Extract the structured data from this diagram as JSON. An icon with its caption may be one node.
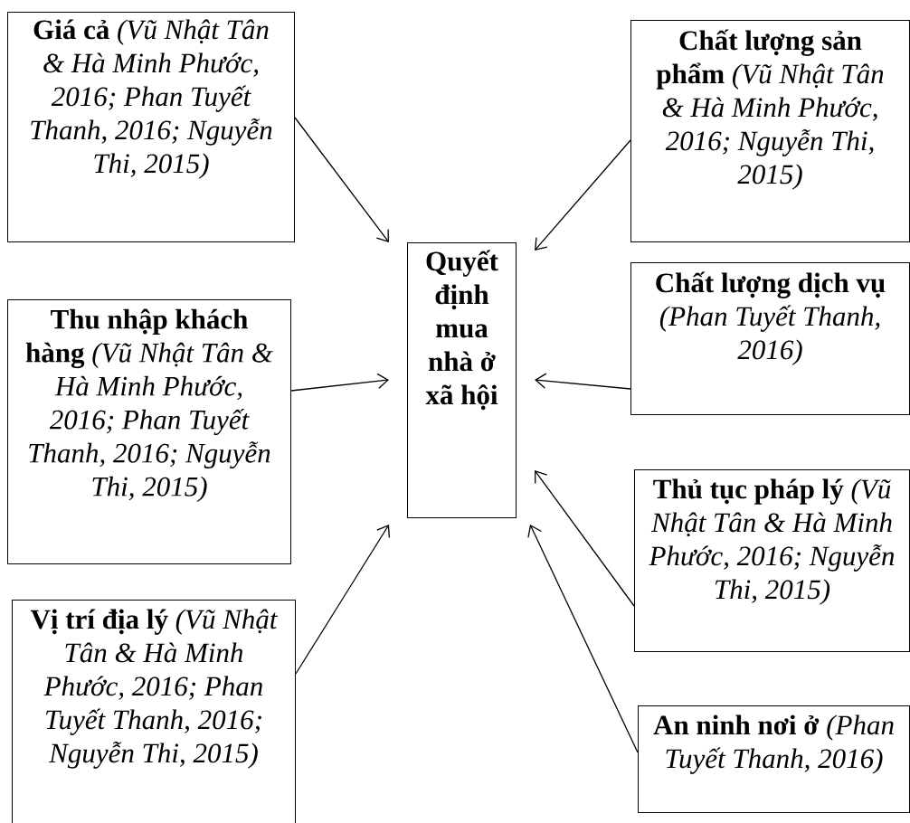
{
  "diagram": {
    "nodes": [
      {
        "text": [
          "**Giá cả** *(Vũ Nhật Tân & Hà Minh Phước, 2016; Phan Tuyết Thanh, 2016; Nguyễn Thi, 2015)*"
        ]
      },
      {
        "text": [
          "**Chất lượng sản phẩm** *(Vũ Nhật Tân & Hà Minh Phước, 2016; Nguyễn Thi, 2015)*"
        ]
      },
      {
        "text": [
          "Quyết định mua nhà ở xã hội"
        ]
      },
      {
        "text": [
          "**Thu nhập khách hàng** *(Vũ Nhật Tân & Hà Minh Phước, 2016; Phan Tuyết Thanh, 2016; Nguyễn Thi, 2015)*"
        ]
      },
      {
        "text": [
          "**Chất lượng dịch vụ** *(Phan Tuyết Thanh, 2016)*"
        ]
      },
      {
        "text": [
          "**Vị trí địa lý** *(Vũ Nhật Tân & Hà Minh Phước, 2016; Phan Tuyết Thanh, 2016; Nguyễn Thi, 2015)*"
        ]
      },
      {
        "text": [
          "**Thủ tục pháp lý** *(Vũ Nhật Tân & Hà Minh Phước, 2016; Nguyễn Thi, 2015)*"
        ]
      },
      {
        "text": [
          "**An ninh nơi ở** *(Phan Tuyết Thanh, 2016)*"
        ]
      }
    ],
    "edges": [
      {
        "from": 0,
        "to": 2,
        "arrow": "to"
      },
      {
        "from": 1,
        "to": 2,
        "arrow": "to"
      },
      {
        "from": 3,
        "to": 2,
        "arrow": "to"
      },
      {
        "from": 4,
        "to": 2,
        "arrow": "to"
      },
      {
        "from": 5,
        "to": 2,
        "arrow": "to"
      },
      {
        "from": 6,
        "to": 2,
        "arrow": "to"
      },
      {
        "from": 7,
        "to": 2,
        "arrow": "to"
      }
    ]
  }
}
